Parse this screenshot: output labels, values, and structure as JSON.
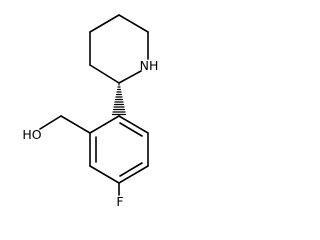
{
  "molecule": {
    "atom_labels": {
      "nh": "NH",
      "ho": "HO",
      "f": "F"
    },
    "stereo_bond": "hashed-wedge",
    "colors": {
      "bond": "#000000",
      "label": "#000000",
      "background": "#ffffff"
    }
  }
}
